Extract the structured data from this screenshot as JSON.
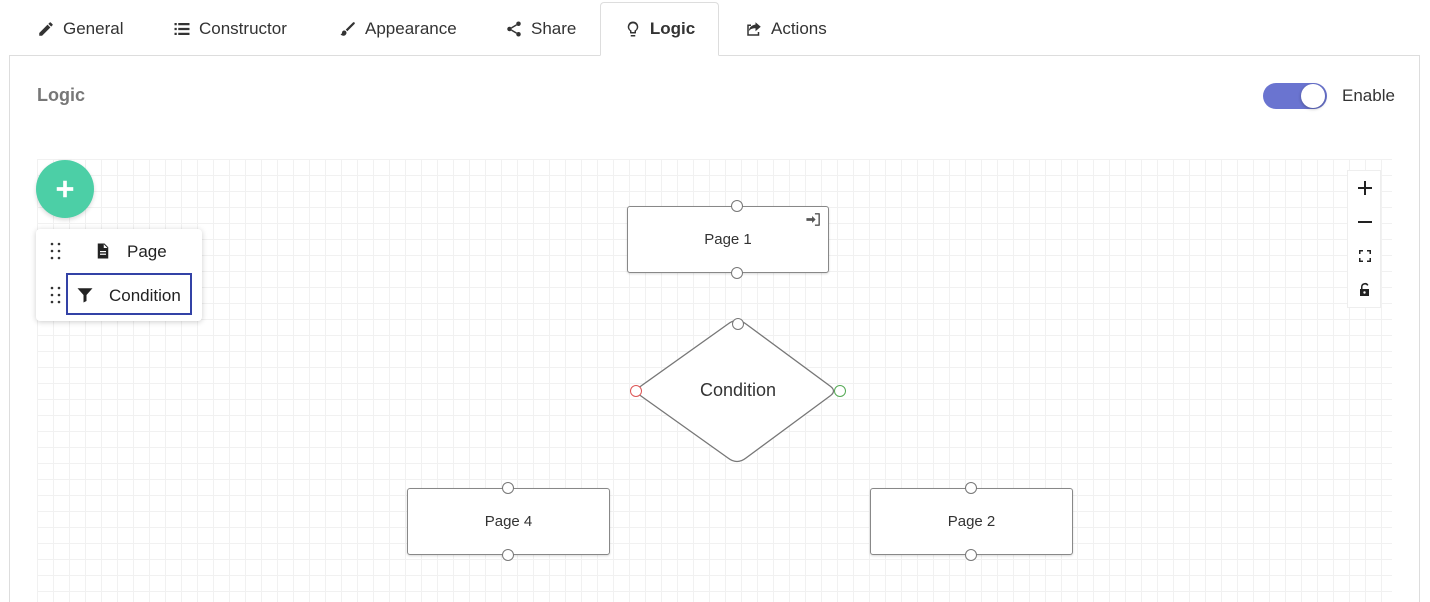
{
  "tabs": [
    {
      "label": "General",
      "icon": "pencil-icon"
    },
    {
      "label": "Constructor",
      "icon": "list-icon"
    },
    {
      "label": "Appearance",
      "icon": "paintbrush-icon"
    },
    {
      "label": "Share",
      "icon": "share-icon"
    },
    {
      "label": "Logic",
      "icon": "lightbulb-icon",
      "active": true
    },
    {
      "label": "Actions",
      "icon": "external-share-icon"
    }
  ],
  "panel": {
    "title": "Logic",
    "toggle": {
      "label": "Enable",
      "on": true,
      "color": "#6a74d0"
    }
  },
  "palette": {
    "add_button_color": "#4ccfa6",
    "items": [
      {
        "label": "Page",
        "icon": "file-icon"
      },
      {
        "label": "Condition",
        "icon": "filter-icon",
        "selected": true
      }
    ],
    "selection_color": "#3342a6"
  },
  "flow": {
    "nodes": [
      {
        "id": "page1",
        "label": "Page 1",
        "type": "page",
        "entry": true
      },
      {
        "id": "condition",
        "label": "Condition",
        "type": "condition"
      },
      {
        "id": "page4",
        "label": "Page 4",
        "type": "page"
      },
      {
        "id": "page2",
        "label": "Page 2",
        "type": "page"
      }
    ],
    "port_colors": {
      "false": "#dd5555",
      "true": "#55aa55"
    }
  },
  "zoom_controls": [
    {
      "name": "zoom-in-icon"
    },
    {
      "name": "zoom-out-icon"
    },
    {
      "name": "fit-view-icon"
    },
    {
      "name": "lock-icon"
    }
  ]
}
